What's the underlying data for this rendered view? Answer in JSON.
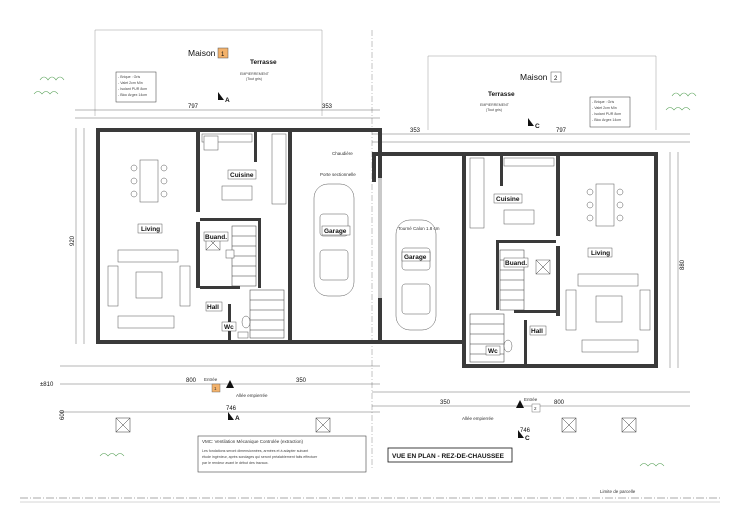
{
  "houses": [
    {
      "id": "1",
      "name": "Maison",
      "number": "1",
      "terrace": "Terrasse",
      "terrace_note": [
        "EMPIERREMENT",
        "(Tout gris)"
      ],
      "roof_note": [
        "- Brique : Gris",
        "- Valet 2cm Min",
        "- Isolant PUR 8cm",
        "- Bloc Argex 14cm"
      ],
      "rooms": {
        "living": "Living",
        "cuisine": "Cuisine",
        "buand": "Buand.",
        "hall": "Hall",
        "wc": "Wc",
        "garage": "Garage"
      },
      "entry": "Entrée",
      "entry_num": "1"
    },
    {
      "id": "2",
      "name": "Maison",
      "number": "2",
      "terrace": "Terrasse",
      "terrace_note": [
        "EMPIERREMENT",
        "(Tout gris)"
      ],
      "roof_note": [
        "- Brique : Gris",
        "- Valet 2cm Min",
        "- Isolant PUR 8cm",
        "- Bloc Argex 14cm"
      ],
      "rooms": {
        "living": "Living",
        "cuisine": "Cuisine",
        "buand": "Buand.",
        "hall": "Hall",
        "wc": "Wc",
        "garage": "Garage"
      },
      "entry": "Entrée",
      "entry_num": "2"
    }
  ],
  "dimensions": {
    "h1_top_left": "797",
    "h1_top_right": "353",
    "h2_top_left": "353",
    "h2_top_right": "797",
    "h1_depth": "920",
    "h2_depth": "880",
    "bottom_a": "800",
    "bottom_b": "350",
    "bottom_c": "350",
    "bottom_d": "800",
    "left_offset": "±810",
    "side_600": "600",
    "total_746_a": "746",
    "total_746_b": "746"
  },
  "section_marks": [
    "A",
    "A",
    "C",
    "C"
  ],
  "notes": {
    "vmc_title": "VMC: Ventilation Mécanique Controlée (extraction)",
    "foundation": [
      "Les fondations seront dimensionnées, armées et à adapter suivant",
      "étude ingénieur, après sondages qui seront préalablement faits effectuer",
      "par le rendeur avant le début des travaux."
    ]
  },
  "title_block": "VUE EN PLAN - REZ-DE-CHAUSSEE",
  "parcel_limit": "Limite de parcelle",
  "labels": {
    "allee": "Allée empierrée",
    "cloture": "Tourné Calon 1.8 cm",
    "porte_sectionelle": "Porte sectionnelle",
    "chaudiere": "Chaudière"
  }
}
